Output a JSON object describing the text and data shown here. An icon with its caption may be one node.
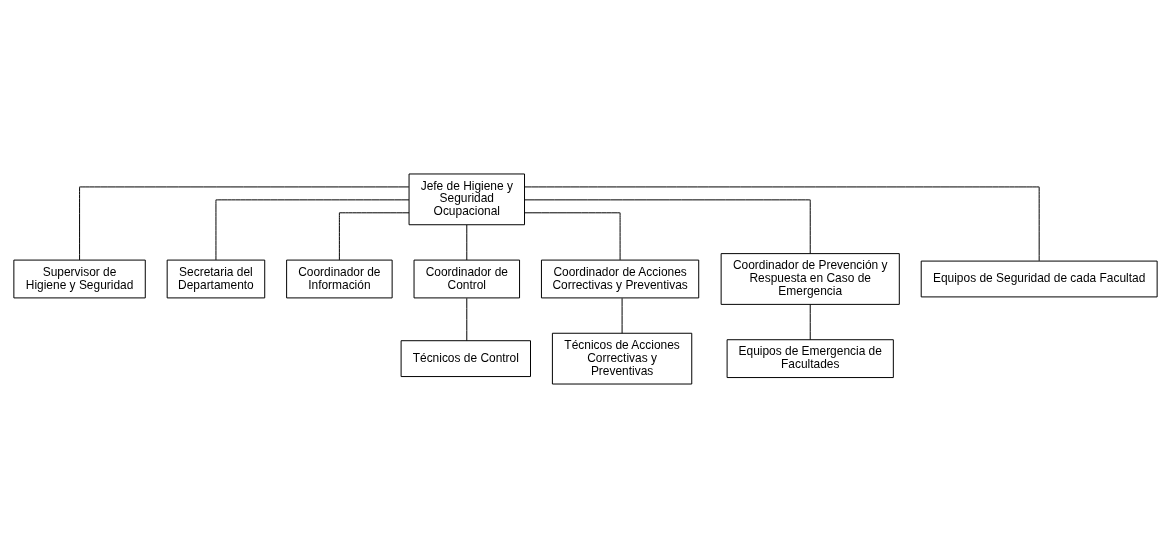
{
  "diagram": {
    "nodes": [
      {
        "text": [
          "Jefe de Higiene y Seguridad Ocupacional"
        ]
      },
      {
        "text": [
          "Supervisor de Higiene y Seguridad"
        ]
      },
      {
        "text": [
          "Secretaria del Departamento"
        ]
      },
      {
        "text": [
          "Coordinador de Información"
        ]
      },
      {
        "text": [
          "Coordinador de Control"
        ]
      },
      {
        "text": [
          "Coordinador de Acciones Correctivas y Preventivas"
        ]
      },
      {
        "text": [
          "Coordinador de Prevención y Respuesta en Caso de Emergencia"
        ]
      },
      {
        "text": [
          "Técnicos de Control"
        ]
      },
      {
        "text": [
          "Técnicos de Acciones Correctivas y Preventivas"
        ]
      },
      {
        "text": [
          "Equipos de Emergencia de Facultades"
        ]
      },
      {
        "text": [
          "Equipos de Seguridad de cada Facultad"
        ]
      }
    ],
    "edges": [
      {
        "from": 0,
        "to": 1,
        "arrow": "none"
      },
      {
        "from": 0,
        "to": 2,
        "arrow": "none"
      },
      {
        "from": 0,
        "to": 3,
        "arrow": "none"
      },
      {
        "from": 0,
        "to": 4,
        "arrow": "none"
      },
      {
        "from": 0,
        "to": 5,
        "arrow": "none"
      },
      {
        "from": 0,
        "to": 6,
        "arrow": "none"
      },
      {
        "from": 4,
        "to": 7,
        "arrow": "none"
      },
      {
        "from": 5,
        "to": 8,
        "arrow": "none"
      },
      {
        "from": 6,
        "to": 9,
        "arrow": "none"
      },
      {
        "from": 0,
        "to": 10,
        "arrow": "none"
      }
    ]
  }
}
